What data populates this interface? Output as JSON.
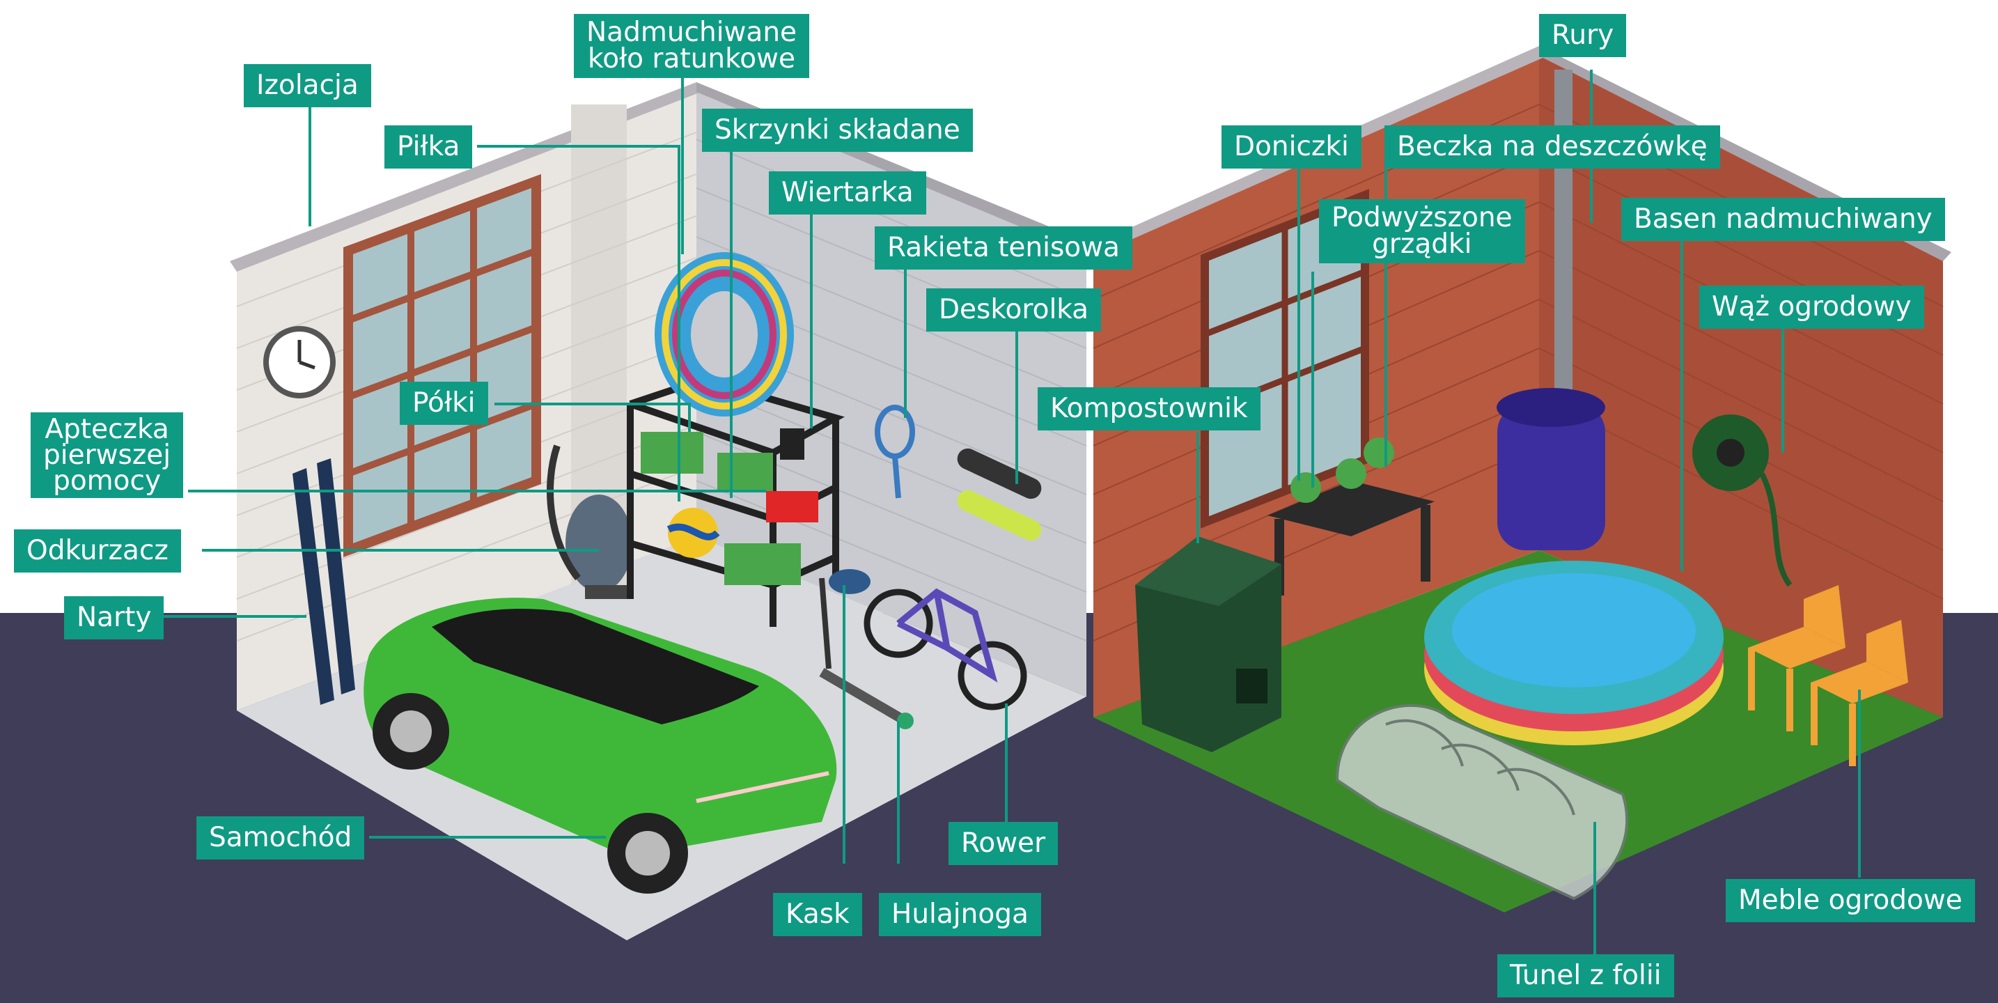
{
  "labels": {
    "izolacja": "Izolacja",
    "kolo_line1": "Nadmuchiwane",
    "kolo_line2": "koło ratunkowe",
    "pilka": "Piłka",
    "skrzynki": "Skrzynki składane",
    "wiertarka": "Wiertarka",
    "rakieta": "Rakieta tenisowa",
    "deskorolka": "Deskorolka",
    "kompostownik": "Kompostownik",
    "polki": "Półki",
    "apteczka_line1": "Apteczka",
    "apteczka_line2": "pierwszej",
    "apteczka_line3": "pomocy",
    "odkurzacz": "Odkurzacz",
    "narty": "Narty",
    "samochod": "Samochód",
    "kask": "Kask",
    "hulajnoga": "Hulajnoga",
    "rower": "Rower",
    "rury": "Rury",
    "doniczki": "Doniczki",
    "beczka": "Beczka na deszczówkę",
    "grzadki_line1": "Podwyższone",
    "grzadki_line2": "grządki",
    "basen": "Basen nadmuchiwany",
    "waz": "Wąż ogrodowy",
    "meble": "Meble ogrodowe",
    "tunel": "Tunel z folii"
  },
  "colors": {
    "label_bg": "#0f9a84",
    "leader": "#0f9a84",
    "ground": "#3f3d57",
    "car": "#3fb83a",
    "grass": "#3a8a2a",
    "brick": "#b85a40"
  }
}
